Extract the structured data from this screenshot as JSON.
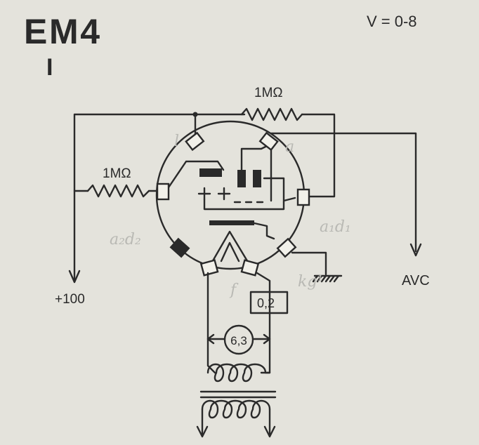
{
  "header": {
    "tube_type": "EM4",
    "roman_numeral": "I",
    "voltage_note": "V = 0-8"
  },
  "components": {
    "top_resistor": "1MΩ",
    "left_resistor": "1MΩ",
    "filament_current": "0,2",
    "filament_voltage": "6,3"
  },
  "terminals": {
    "supply": "+100",
    "avc": "AVC"
  },
  "pencil_notes": {
    "pin_l": "l",
    "pin_a": "a",
    "a1d1": "a₁d₁",
    "a2d2": "a₂d₂",
    "f": "f",
    "kg1": "kg¹"
  },
  "colors": {
    "ink": "#2a2a2a",
    "paper": "#e4e3dc",
    "pencil": "#b9b9b4"
  }
}
